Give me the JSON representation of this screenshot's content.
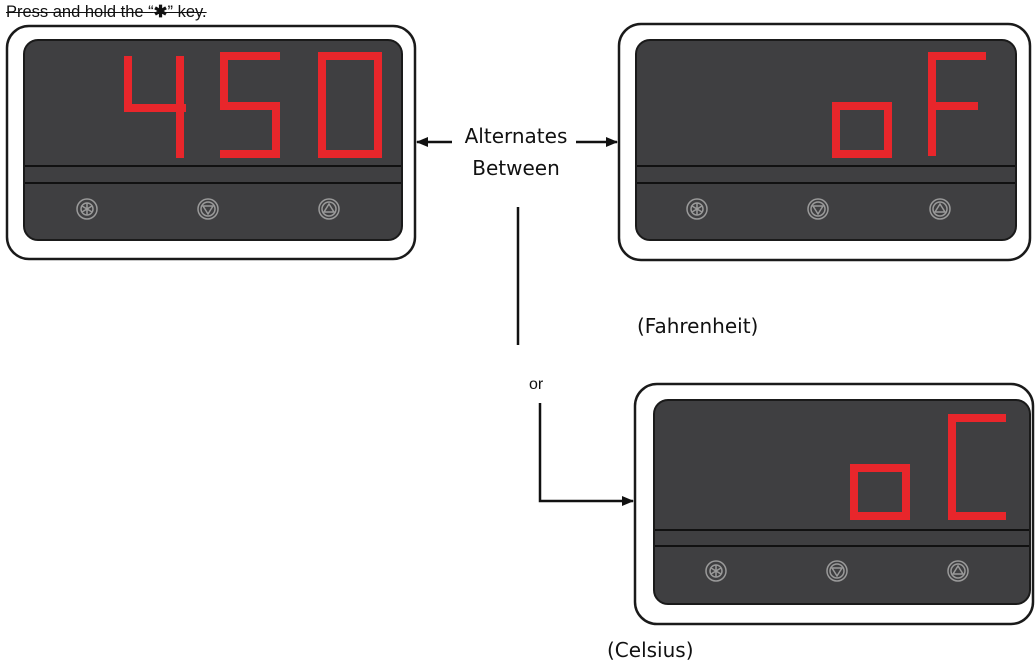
{
  "instruction": {
    "before": "Press and hold the “",
    "key_glyph": "✱",
    "after": "” key."
  },
  "center_label": {
    "line1": "Alternates",
    "line2": "Between"
  },
  "branch_label": "or",
  "displays": [
    {
      "id": "current",
      "readout": "450",
      "caption": ""
    },
    {
      "id": "fahrenheit",
      "readout": "oF",
      "caption": "(Fahrenheit)"
    },
    {
      "id": "celsius",
      "readout": "oC",
      "caption": "(Celsius)"
    }
  ],
  "buttons": [
    {
      "icon": "asterisk-star-icon",
      "label": ""
    },
    {
      "icon": "down-arrow-icon",
      "label": ""
    },
    {
      "icon": "up-arrow-icon",
      "label": ""
    }
  ],
  "colors": {
    "segment_red": "#e8262b",
    "panel": "#3f3f41",
    "bezel": "#ffffff",
    "outline": "#1a1a1a"
  }
}
